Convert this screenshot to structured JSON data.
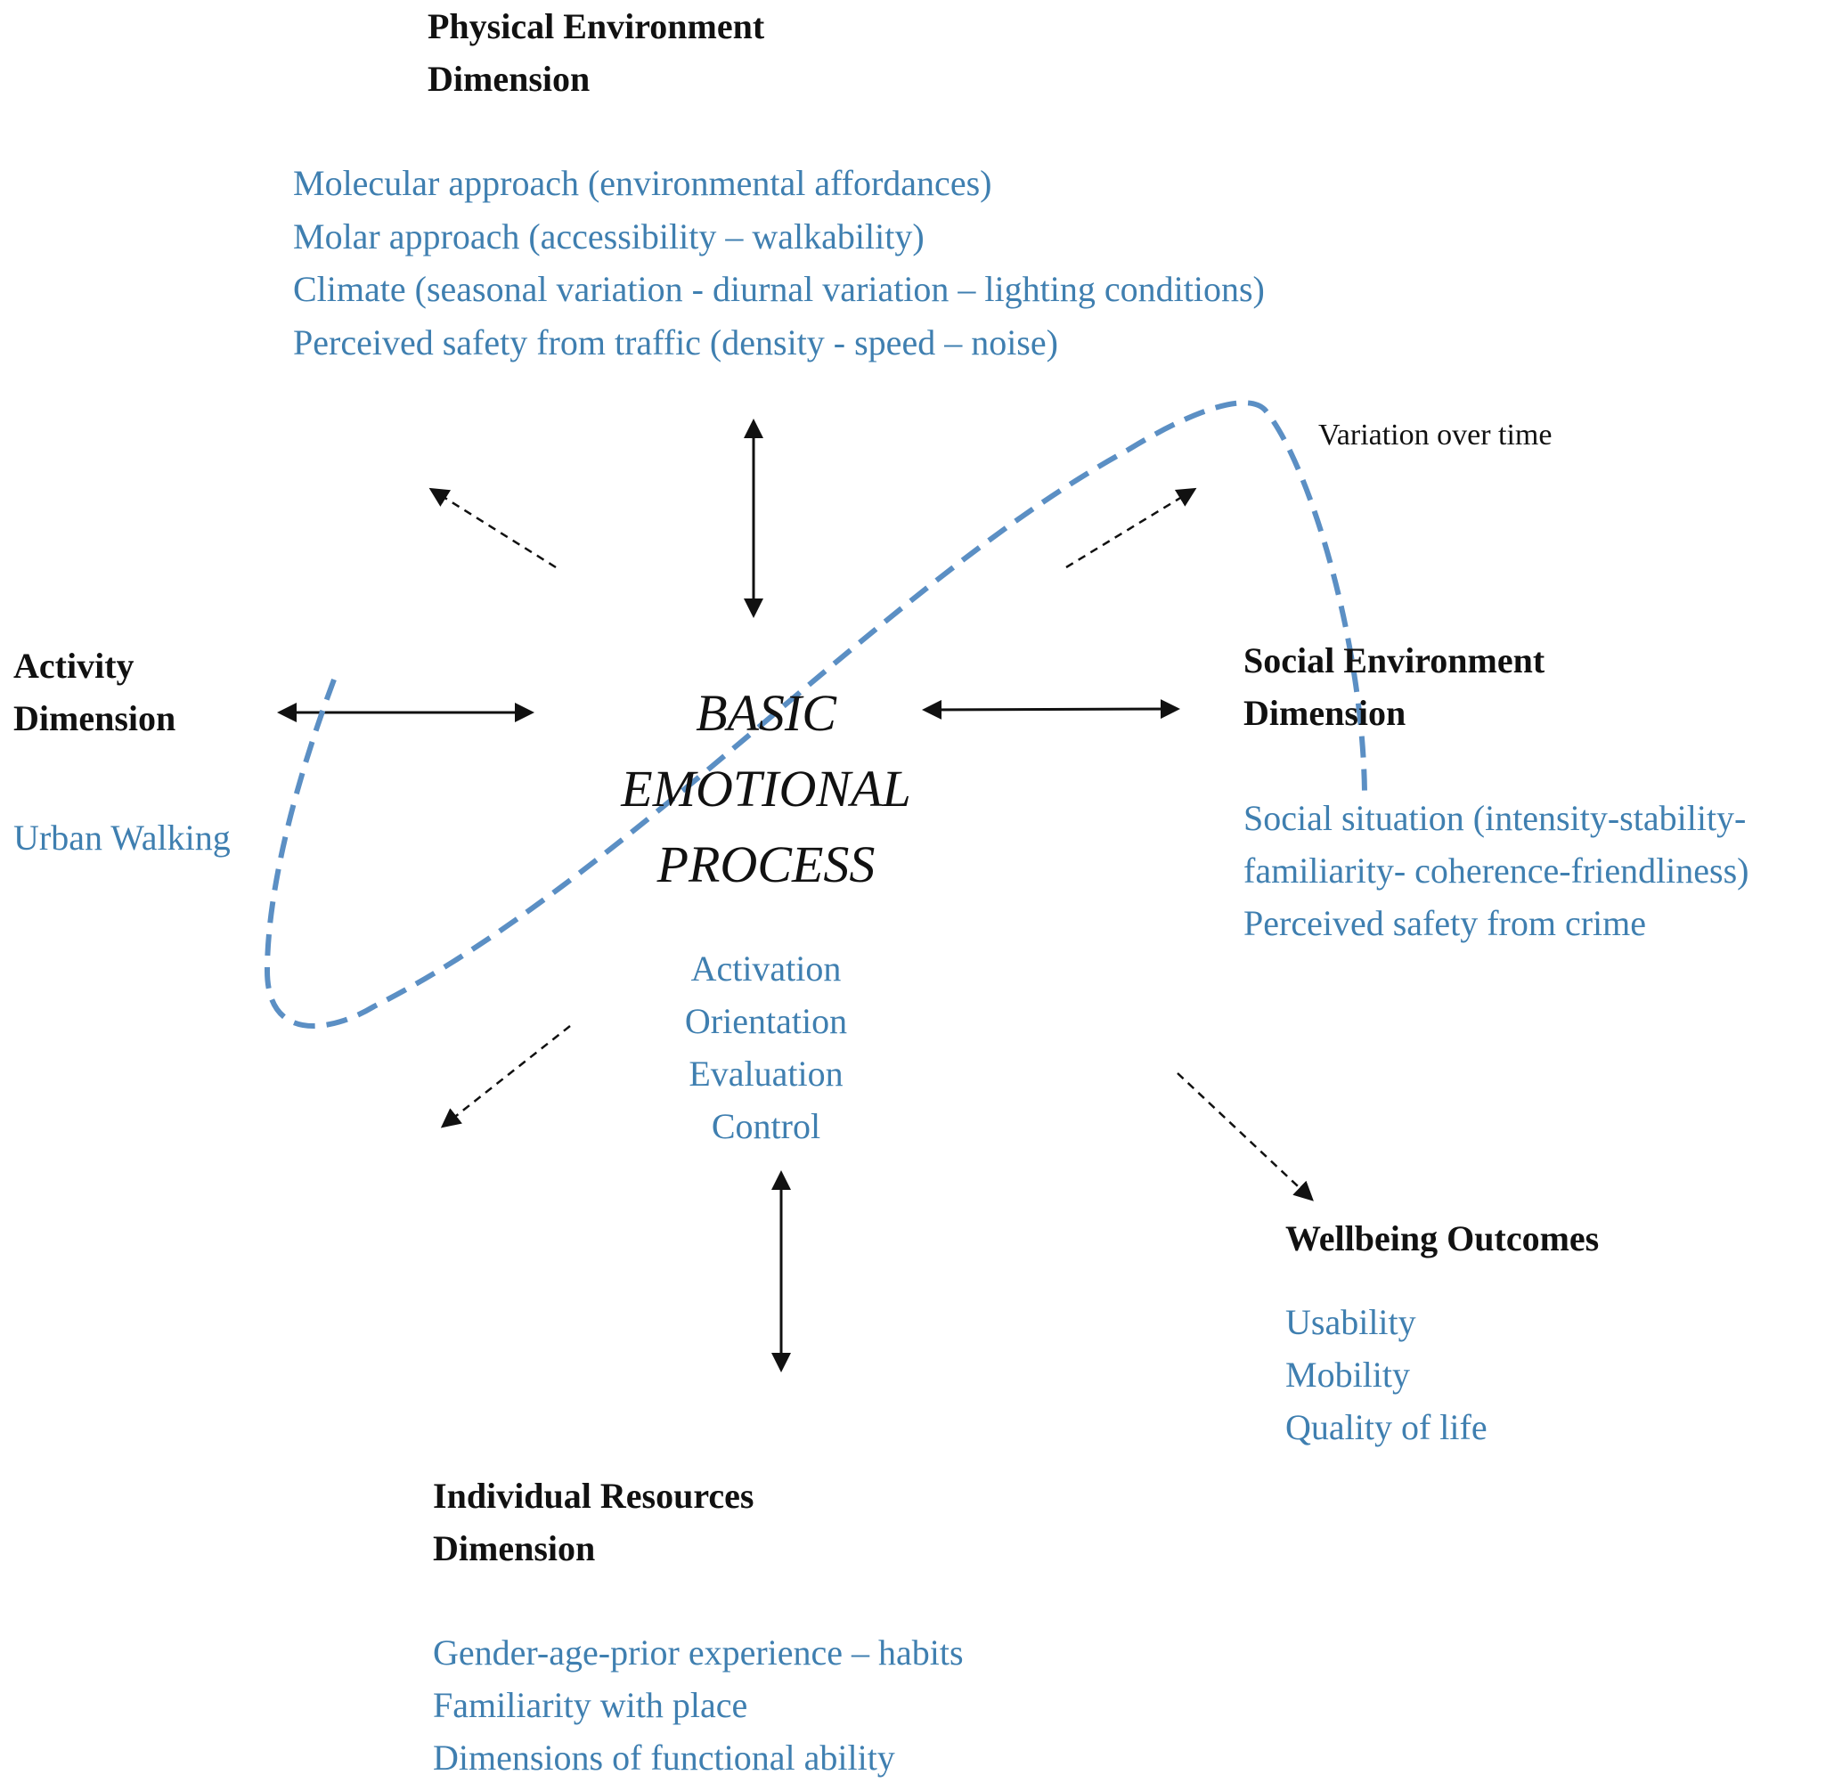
{
  "physical": {
    "heading": [
      "Physical Environment",
      "Dimension"
    ],
    "items": [
      "Molecular  approach (environmental  affordances)",
      "Molar approach (accessibility  – walkability)",
      "Climate (seasonal variation  - diurnal  variation  – lighting   conditions)",
      "Perceived safety from traffic (density  - speed – noise)"
    ]
  },
  "activity": {
    "heading": [
      "Activity",
      "Dimension"
    ],
    "items": [
      "Urban Walking"
    ]
  },
  "center": {
    "title": [
      "BASIC",
      "EMOTIONAL",
      "PROCESS"
    ],
    "items": [
      "Activation",
      "Orientation",
      "Evaluation",
      "Control"
    ]
  },
  "social": {
    "heading": [
      "Social Environment",
      "Dimension"
    ],
    "items": [
      "Social  situation  (intensity-stability-",
      "familiarity-  coherence-friendliness)",
      "Perceived safety from crime"
    ]
  },
  "wellbeing": {
    "heading": [
      "Wellbeing Outcomes"
    ],
    "items": [
      "Usability",
      "Mobility",
      "Quality  of life"
    ]
  },
  "individual": {
    "heading": [
      "Individual Resources",
      "Dimension"
    ],
    "items": [
      "Gender-age-prior experience – habits",
      "Familiarity  with place",
      "Dimensions  of functional  ability"
    ]
  },
  "annotation": "Variation  over time",
  "colors": {
    "text": "#111111",
    "accent_blue": "#3f7fb0",
    "dashed_curve": "#5b8fc4",
    "arrow": "#111111"
  }
}
